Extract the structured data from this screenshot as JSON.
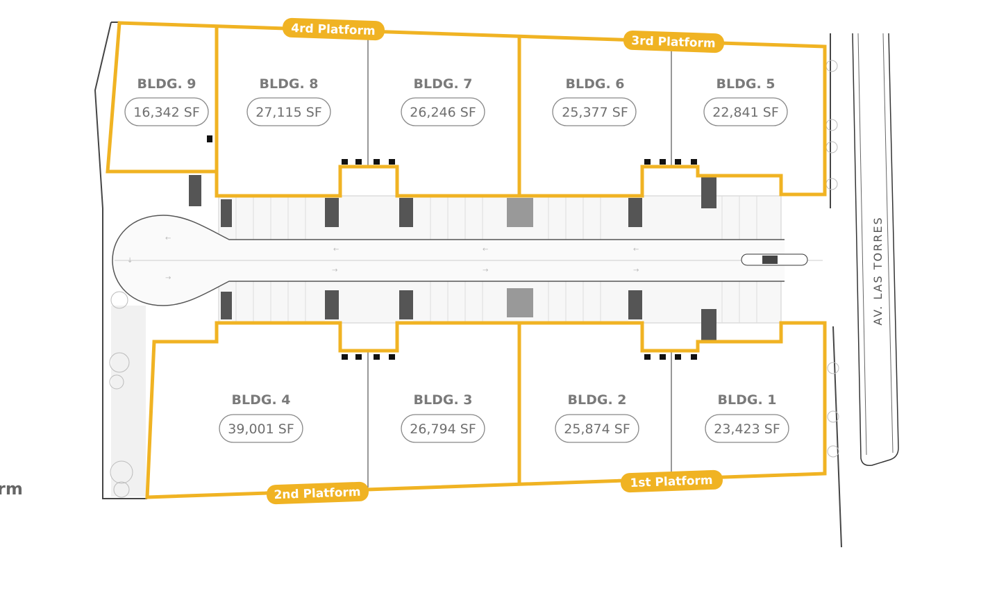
{
  "side_label": "rm",
  "road_label": "AV. LAS TORRES",
  "accent_color": "#F0B323",
  "platforms": [
    {
      "label": "4rd Platform"
    },
    {
      "label": "3rd Platform"
    },
    {
      "label": "2nd Platform"
    },
    {
      "label": "1st Platform"
    }
  ],
  "buildings": [
    {
      "name": "BLDG. 9",
      "area": "16,342 SF"
    },
    {
      "name": "BLDG. 8",
      "area": "27,115 SF"
    },
    {
      "name": "BLDG. 7",
      "area": "26,246 SF"
    },
    {
      "name": "BLDG. 6",
      "area": "25,377 SF"
    },
    {
      "name": "BLDG. 5",
      "area": "22,841 SF"
    },
    {
      "name": "BLDG. 4",
      "area": "39,001 SF"
    },
    {
      "name": "BLDG. 3",
      "area": "26,794 SF"
    },
    {
      "name": "BLDG. 2",
      "area": "25,874 SF"
    },
    {
      "name": "BLDG. 1",
      "area": "23,423 SF"
    }
  ]
}
